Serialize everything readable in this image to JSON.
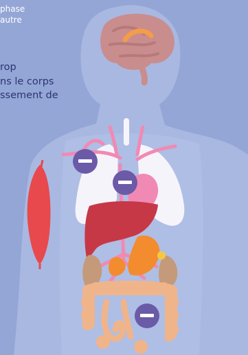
{
  "text": {
    "top_line_1": "phase",
    "top_line_2": "autre",
    "body_line_1": "rop",
    "body_line_2": "ns le corps",
    "body_line_3": "ssement de"
  },
  "badges": [
    {
      "name": "minus-badge-lungs",
      "symbol": "−"
    },
    {
      "name": "minus-badge-heart",
      "symbol": "−"
    },
    {
      "name": "minus-badge-intestine",
      "symbol": "−"
    }
  ],
  "colors": {
    "background": "#93a6d6",
    "silhouette": "#a9b8e1",
    "silhouette_inner": "#b4c2e8",
    "accent_text": "#2c3470",
    "badge": "#6a5aa8",
    "vessel": "#f08ab4",
    "muscle": "#e8494d",
    "liver": "#c73846",
    "brain": "#c98d8e",
    "lungs": "#f6f4fb"
  }
}
